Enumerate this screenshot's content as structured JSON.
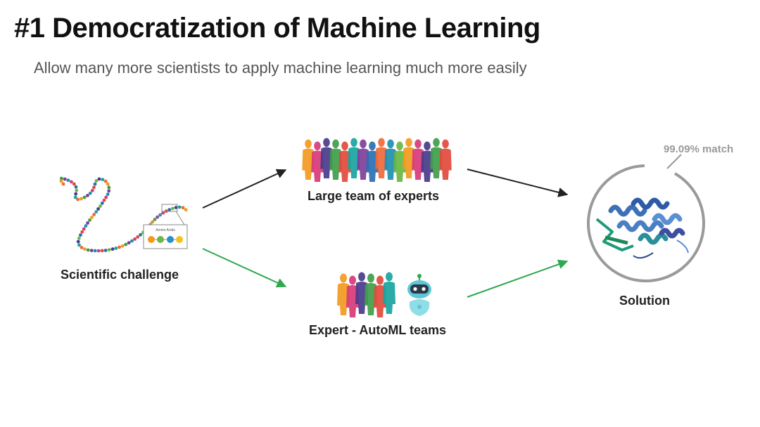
{
  "slide": {
    "title": "#1 Democratization of Machine Learning",
    "subtitle": "Allow many more scientists to apply machine learning much more easily"
  },
  "nodes": {
    "challenge": {
      "label": "Scientific challenge",
      "inset_label": "Amino Acids"
    },
    "experts": {
      "label": "Large team of experts"
    },
    "automl": {
      "label": "Expert - AutoML teams"
    },
    "solution": {
      "label": "Solution",
      "match": "99.09% match"
    }
  },
  "colors": {
    "black_arrow": "#222222",
    "green_arrow": "#2fa84f",
    "ring": "#9a9a9a",
    "people_palette": [
      "#ef6a3a",
      "#f29a1f",
      "#3f9e4a",
      "#7f3f98",
      "#1f8fb0",
      "#d83a7a",
      "#e14a3b",
      "#2a6fb3",
      "#6bb843",
      "#4a3a8c",
      "#19a4a0"
    ]
  }
}
